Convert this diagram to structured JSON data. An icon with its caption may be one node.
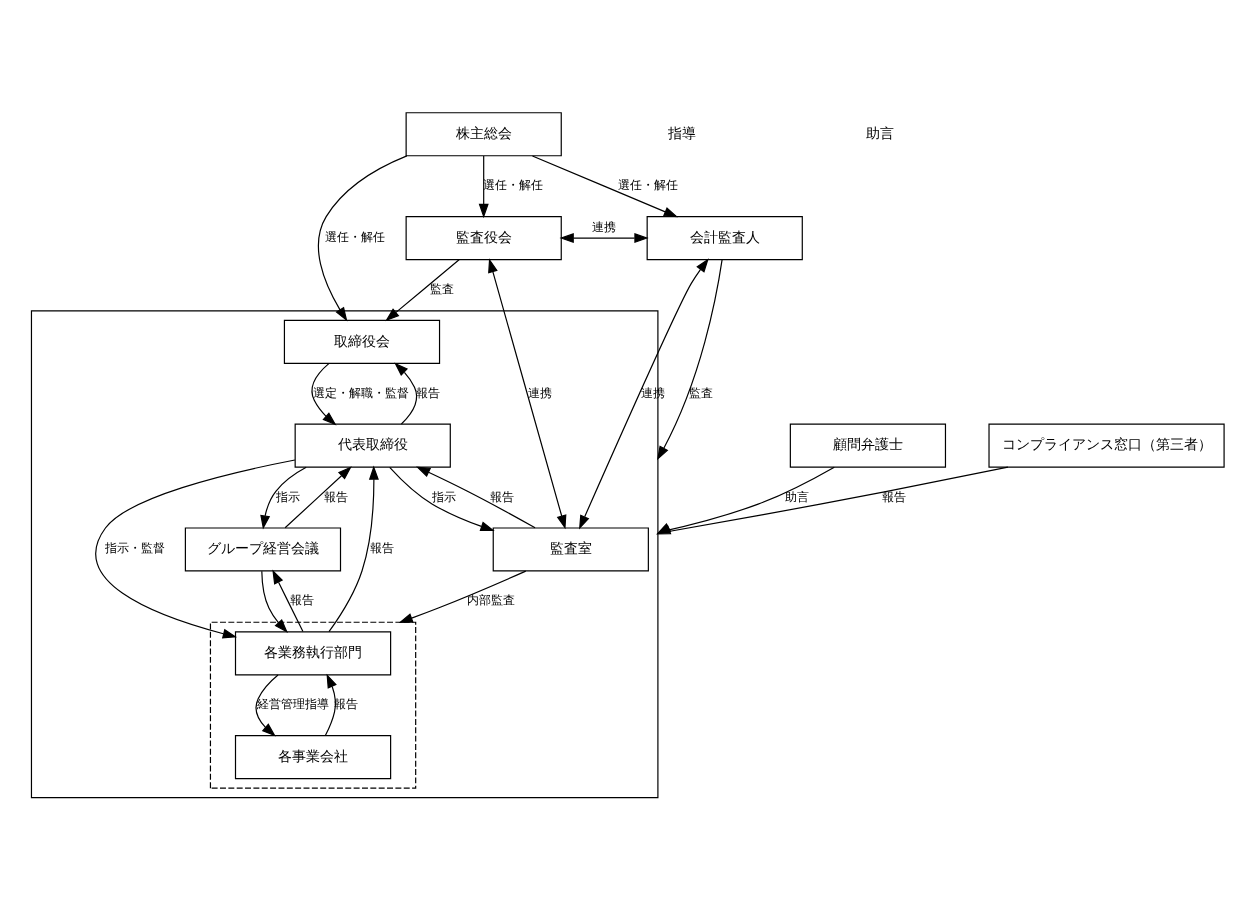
{
  "diagram": {
    "nodes": [
      {
        "text": [
          "株主総会"
        ]
      },
      {
        "text": [],
        "shape": "box"
      },
      {
        "text": [
          "取締役会"
        ],
        "in": 1
      },
      {
        "text": [
          "監査役会"
        ]
      },
      {
        "text": [
          "会計監査人"
        ]
      },
      {
        "text": [
          "代表取締役"
        ],
        "in": 1
      },
      {
        "text": [
          "監査室"
        ],
        "in": 1
      },
      {
        "text": [
          "グループ経営会議"
        ],
        "in": 1
      },
      {
        "text": [],
        "shape": "box",
        "in": 1
      },
      {
        "text": [
          "各業務執行部門"
        ],
        "in": 8
      },
      {
        "text": [
          "各事業会社"
        ],
        "in": 8
      },
      {
        "text": [
          "顧問弁護士"
        ]
      },
      {
        "text": [
          "コンプライアンス窓口（第三者）"
        ]
      }
    ],
    "edges": [
      {
        "from": 0,
        "to": 2,
        "arrow": "to",
        "label": "選任・解任"
      },
      {
        "from": 0,
        "to": 3,
        "arrow": "to",
        "label": "選任・解任"
      },
      {
        "from": 0,
        "to": 4,
        "arrow": "to",
        "label": "選任・解任"
      },
      {
        "from": 3,
        "to": 2,
        "arrow": "to",
        "label": "監査"
      },
      {
        "from": 3,
        "to": 4,
        "arrow": "both",
        "label": "連携"
      },
      {
        "from": 2,
        "to": 5,
        "arrow": "to",
        "label": "選定・解職・監督"
      },
      {
        "from": 5,
        "to": 2,
        "arrow": "to",
        "label": "報告"
      },
      {
        "from": 3,
        "to": 6,
        "arrow": "both",
        "label": "連携"
      },
      {
        "from": 6,
        "to": 5,
        "arrow": "to",
        "label": "報告"
      },
      {
        "from": 5,
        "to": 6,
        "arrow": "to",
        "label": "指示"
      },
      {
        "from": 4,
        "to": 6,
        "arrow": "both",
        "label": "連携"
      },
      {
        "from": 4,
        "to": 1,
        "arrow": "to",
        "label": "監査"
      },
      {
        "from": 7,
        "to": 5,
        "arrow": "to",
        "label": "報告"
      },
      {
        "from": 5,
        "to": 7,
        "arrow": "to",
        "label": "指示"
      },
      {
        "from": 5,
        "to": 9,
        "arrow": "to",
        "label": "指示・監督"
      },
      {
        "from": 7,
        "to": 9,
        "arrow": "to"
      },
      {
        "from": 9,
        "to": 5,
        "arrow": "to",
        "label": "報告"
      },
      {
        "from": 9,
        "to": 7,
        "arrow": "to",
        "label": "報告"
      },
      {
        "from": 9,
        "to": 10,
        "arrow": "to",
        "label": "経営管理指導"
      },
      {
        "from": 10,
        "to": 9,
        "arrow": "to",
        "label": "報告"
      },
      {
        "from": 6,
        "to": 8,
        "arrow": "to",
        "label": "内部監査"
      },
      {
        "from": 11,
        "to": 1,
        "arrow": "to",
        "label": "助言"
      },
      {
        "from": 12,
        "to": 1,
        "arrow": "to",
        "label": "報告"
      }
    ],
    "labels": [
      "指導",
      "助言"
    ]
  }
}
